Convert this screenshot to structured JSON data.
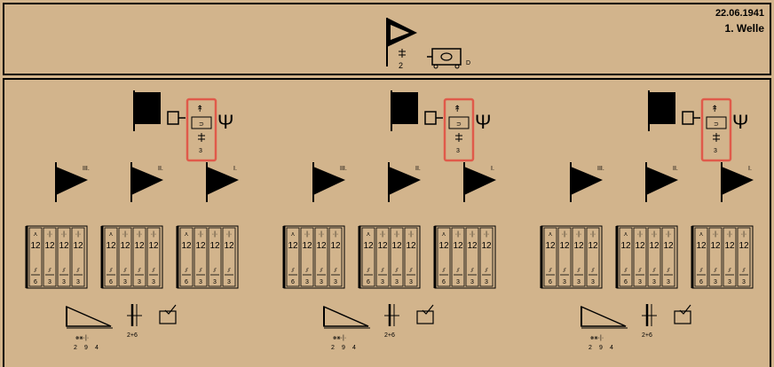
{
  "header": {
    "date": "22.06.1941",
    "wave": "1. Welle",
    "hq_flag_number": "2",
    "vehicle_label": "D"
  },
  "regiment": {
    "command_number": "3",
    "battalion_numbers": [
      "III.",
      "II.",
      "I."
    ],
    "company_top_left": "12",
    "company_top": [
      "12",
      "12",
      "12"
    ],
    "company_bottom_left": "6",
    "company_bottom": [
      "3",
      "3",
      "3"
    ],
    "mg_label": "2+6",
    "support_numbers": [
      "2",
      "9",
      "4"
    ]
  },
  "colors": {
    "background": "#d2b48c",
    "highlight": "#e05a4a",
    "ink": "#000000"
  }
}
